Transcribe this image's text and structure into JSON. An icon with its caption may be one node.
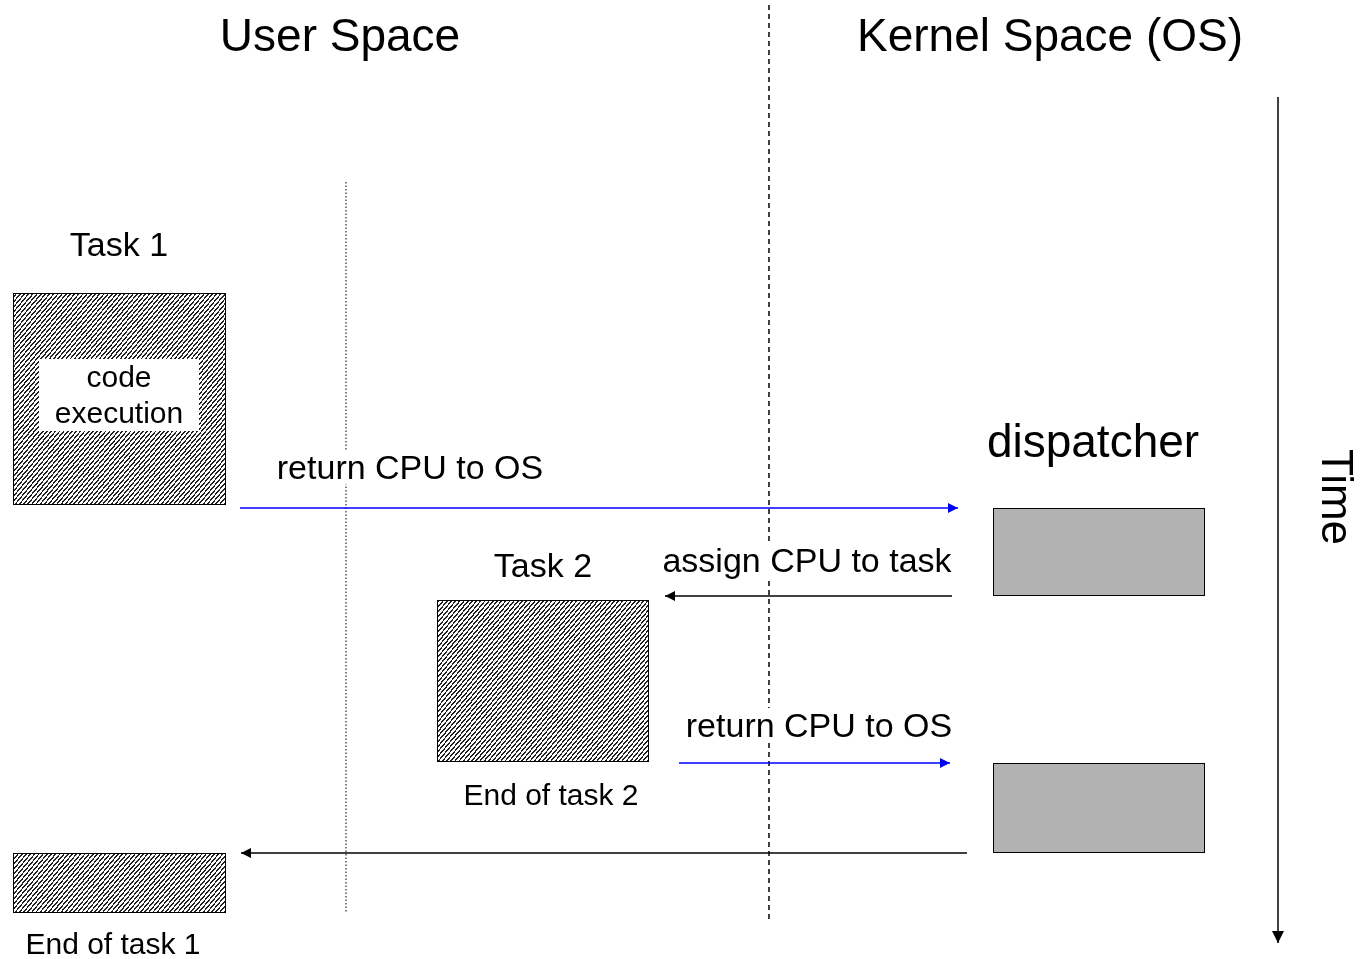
{
  "diagram": {
    "nodes": [
      {
        "text": [
          "Task 1",
          "code execution"
        ]
      },
      {
        "text": [
          "dispatcher"
        ]
      },
      {
        "text": [
          "Task 2"
        ],
        "beside": [
          "End of task 2"
        ]
      },
      {
        "text": [],
        "shape": "box"
      },
      {
        "text": [],
        "shape": "box",
        "beside": [
          "End of task 1"
        ]
      }
    ],
    "edges": [
      {
        "from": 0,
        "to": 1,
        "arrow": "to",
        "label": "return CPU to OS",
        "color": "#0000ff"
      },
      {
        "from": 1,
        "to": 2,
        "arrow": "to",
        "label": "assign CPU to task",
        "color": "#000000"
      },
      {
        "from": 2,
        "to": 3,
        "arrow": "to",
        "label": "return CPU to OS",
        "color": "#0000ff"
      },
      {
        "from": 3,
        "to": 4,
        "arrow": "to",
        "color": "#000000"
      }
    ],
    "labels": [
      "User Space",
      "Kernel Space (OS)",
      "Time"
    ]
  }
}
